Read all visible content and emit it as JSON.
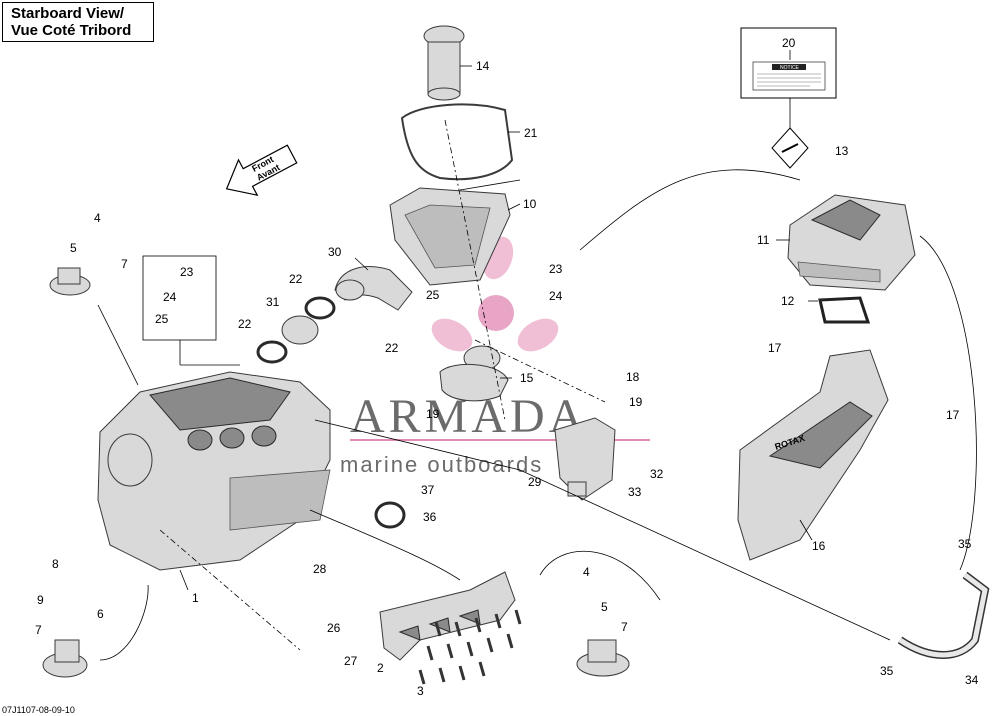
{
  "diagram": {
    "title_line1": "Starboard View/",
    "title_line2": "Vue Coté Tribord",
    "direction_arrow_line1": "Front",
    "direction_arrow_line2": "Avant",
    "drawing_code": "07J1107-08-09-10",
    "notice_label_heading": "NOTICE",
    "watermark_brand": "ARMADA",
    "watermark_sub": "marine outboards",
    "engine_brand": "ROTAX",
    "callouts": [
      "1",
      "2",
      "3",
      "4",
      "5",
      "6",
      "7",
      "8",
      "9",
      "10",
      "11",
      "12",
      "13",
      "14",
      "15",
      "16",
      "17",
      "18",
      "19",
      "20",
      "21",
      "22",
      "23",
      "24",
      "25",
      "26",
      "27",
      "28",
      "29",
      "30",
      "31",
      "32",
      "33",
      "34",
      "35",
      "36",
      "37"
    ]
  }
}
